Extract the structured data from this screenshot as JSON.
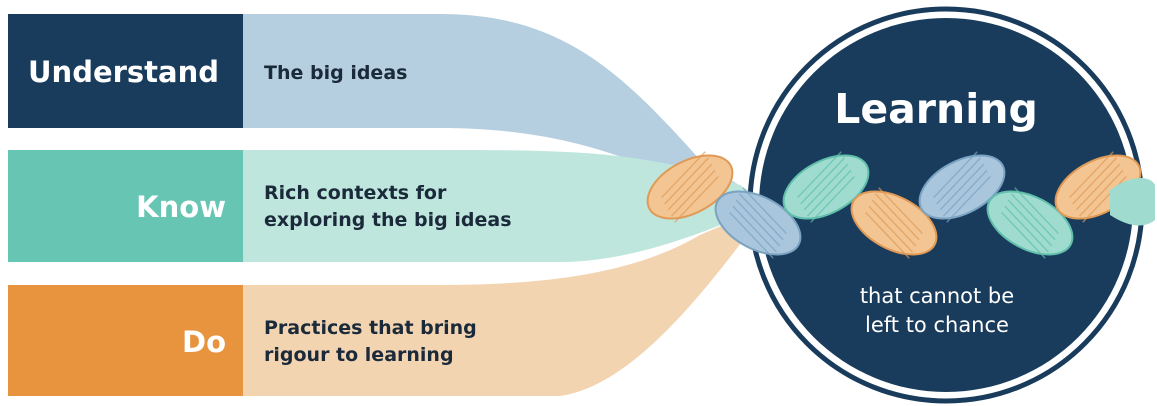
{
  "rows": [
    {
      "label": "Understand",
      "description_lines": [
        "The big ideas"
      ],
      "colors": {
        "box": "#1a3c5c",
        "label_text": "#ffffff",
        "band": "#b5cfe0",
        "band_dark": "#8fb2cb",
        "desc_text": "#1b2a3a"
      }
    },
    {
      "label": "Know",
      "description_lines": [
        "Rich contexts for",
        "exploring the big ideas"
      ],
      "colors": {
        "box": "#66c5b3",
        "label_text": "#ffffff",
        "band": "#bfe6dd",
        "band_dark": "#8fd0c2",
        "desc_text": "#1b2a3a"
      }
    },
    {
      "label": "Do",
      "description_lines": [
        "Practices that bring",
        "rigour to learning"
      ],
      "colors": {
        "box": "#e8943f",
        "label_text": "#ffffff",
        "band": "#f3d4b1",
        "band_dark": "#e9b987",
        "desc_text": "#1b2a3a"
      }
    }
  ],
  "circle": {
    "title": "Learning",
    "subtitle_lines": [
      "that cannot be",
      "left to chance"
    ],
    "colors": {
      "fill": "#1a3c5c",
      "ring": "#1a3c5c",
      "text": "#ffffff"
    }
  },
  "braid_colors": {
    "blue": "#a9c6dc",
    "blue_dark": "#7aa3c2",
    "teal": "#9fdccf",
    "teal_dark": "#5fbfab",
    "orange": "#f2c593",
    "orange_dark": "#e09a55"
  }
}
